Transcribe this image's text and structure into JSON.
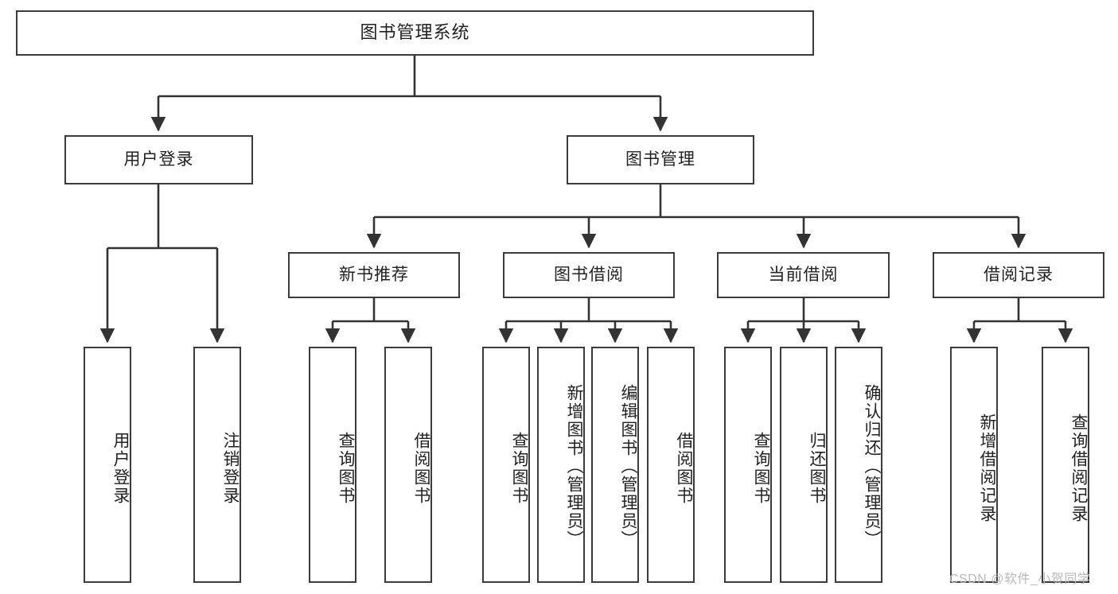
{
  "diagram": {
    "title": "图书管理系统",
    "type": "hierarchy-tree",
    "orientation": "top-down",
    "watermark": "CSDN @软件_小贺同学",
    "colors": {
      "box_border": "#3b3b3b",
      "box_fill": "#ffffff",
      "connector": "#333333",
      "text": "#222222",
      "watermark": "#b9b9b9",
      "background": "#ffffff"
    },
    "levels": {
      "root": {
        "label": "图书管理系统"
      },
      "level2": [
        {
          "id": "user-login",
          "label": "用户登录"
        },
        {
          "id": "book-manage",
          "label": "图书管理"
        }
      ],
      "level3": [
        {
          "id": "new-book-rec",
          "label": "新书推荐",
          "parent": "book-manage"
        },
        {
          "id": "book-borrow",
          "label": "图书借阅",
          "parent": "book-manage"
        },
        {
          "id": "current-borrow",
          "label": "当前借阅",
          "parent": "book-manage"
        },
        {
          "id": "borrow-record",
          "label": "借阅记录",
          "parent": "book-manage"
        }
      ],
      "leaves": [
        {
          "id": "leaf-user-login",
          "label": "用户登录",
          "parent": "user-login",
          "tall": false
        },
        {
          "id": "leaf-logout",
          "label": "注销登录",
          "parent": "user-login",
          "tall": false
        },
        {
          "id": "leaf-query-book-1",
          "label": "查询图书",
          "parent": "new-book-rec",
          "tall": false
        },
        {
          "id": "leaf-borrow-book-1",
          "label": "借阅图书",
          "parent": "new-book-rec",
          "tall": false
        },
        {
          "id": "leaf-query-book-2",
          "label": "查询图书",
          "parent": "book-borrow",
          "tall": false
        },
        {
          "id": "leaf-add-book",
          "label": "新增图书（管理员）",
          "parent": "book-borrow",
          "tall": true
        },
        {
          "id": "leaf-edit-book",
          "label": "编辑图书（管理员）",
          "parent": "book-borrow",
          "tall": true
        },
        {
          "id": "leaf-borrow-book-2",
          "label": "借阅图书",
          "parent": "book-borrow",
          "tall": false
        },
        {
          "id": "leaf-query-book-3",
          "label": "查询图书",
          "parent": "current-borrow",
          "tall": false
        },
        {
          "id": "leaf-return-book",
          "label": "归还图书",
          "parent": "current-borrow",
          "tall": false
        },
        {
          "id": "leaf-confirm-return",
          "label": "确认归还（管理员）",
          "parent": "current-borrow",
          "tall": true
        },
        {
          "id": "leaf-add-record",
          "label": "新增借阅记录",
          "parent": "borrow-record",
          "tall": false
        },
        {
          "id": "leaf-query-record",
          "label": "查询借阅记录",
          "parent": "borrow-record",
          "tall": false
        }
      ]
    }
  }
}
